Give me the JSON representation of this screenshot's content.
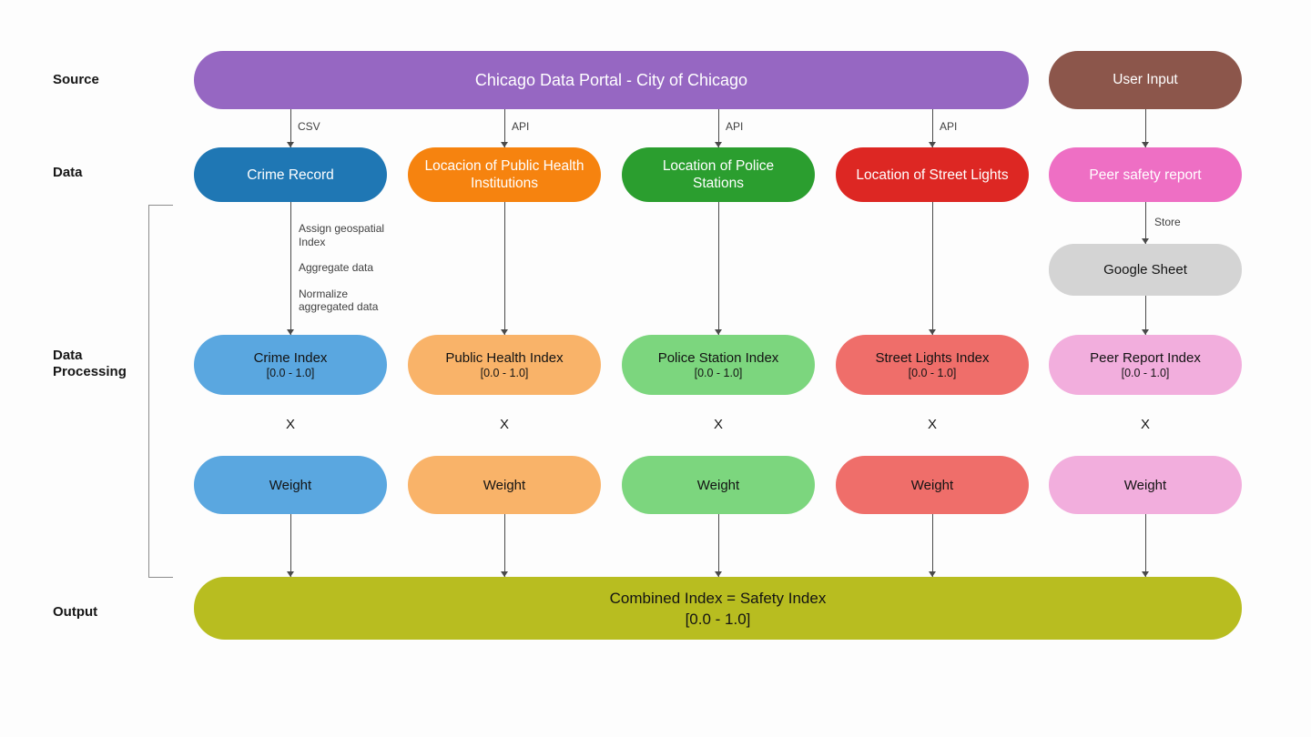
{
  "background": "#fdfdfd",
  "row_labels": {
    "source": "Source",
    "data": "Data",
    "processing": "Data Processing",
    "output": "Output"
  },
  "source": {
    "portal": {
      "label": "Chicago Data Portal - City of Chicago",
      "color": "#9667c2"
    },
    "user_input": {
      "label": "User Input",
      "color": "#8c564b"
    }
  },
  "columns": [
    {
      "name": "crime",
      "edge_label": "CSV",
      "data": {
        "label": "Crime Record",
        "color": "#1f77b4"
      },
      "processing_steps": {
        "step1": "Assign geospatial Index",
        "step2": "Aggregate data",
        "step3": "Normalize aggregated data"
      },
      "index": {
        "title": "Crime Index",
        "range": "[0.0 - 1.0]",
        "color": "#5aa7e0"
      },
      "operator": "X",
      "weight": {
        "label": "Weight",
        "color": "#5aa7e0"
      }
    },
    {
      "name": "public-health",
      "edge_label": "API",
      "data": {
        "label": "Locacion of Public Health Institutions",
        "color": "#f6830f"
      },
      "index": {
        "title": "Public Health Index",
        "range": "[0.0 - 1.0]",
        "color": "#f9b369"
      },
      "operator": "X",
      "weight": {
        "label": "Weight",
        "color": "#f9b369"
      }
    },
    {
      "name": "police",
      "edge_label": "API",
      "data": {
        "label": "Location of Police Stations",
        "color": "#2b9e2f"
      },
      "index": {
        "title": "Police Station Index",
        "range": "[0.0 - 1.0]",
        "color": "#7cd67e"
      },
      "operator": "X",
      "weight": {
        "label": "Weight",
        "color": "#7cd67e"
      }
    },
    {
      "name": "street-lights",
      "edge_label": "API",
      "data": {
        "label": "Location of Street Lights",
        "color": "#dd2723"
      },
      "index": {
        "title": "Street Lights Index",
        "range": "[0.0 - 1.0]",
        "color": "#ef6e6a"
      },
      "operator": "X",
      "weight": {
        "label": "Weight",
        "color": "#ef6e6a"
      }
    },
    {
      "name": "peer-report",
      "data": {
        "label": "Peer safety report",
        "color": "#ee6fc4"
      },
      "store_edge_label": "Store",
      "store": {
        "label": "Google Sheet",
        "color": "#d4d4d4"
      },
      "index": {
        "title": "Peer Report Index",
        "range": "[0.0 - 1.0]",
        "color": "#f2aedd"
      },
      "operator": "X",
      "weight": {
        "label": "Weight",
        "color": "#f2aedd"
      }
    }
  ],
  "output": {
    "line1": "Combined Index = Safety Index",
    "line2": "[0.0 - 1.0]",
    "color": "#b8bd20"
  }
}
